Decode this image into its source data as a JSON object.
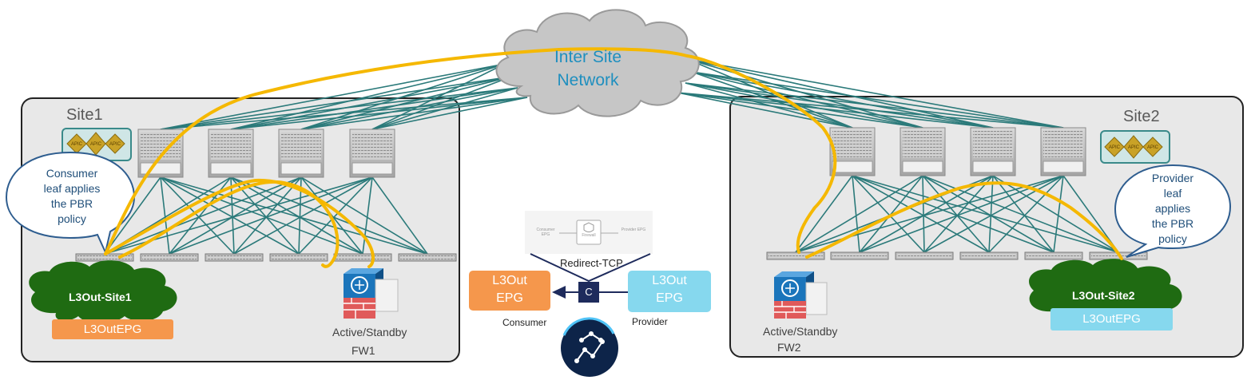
{
  "cloud": {
    "line1": "Inter Site",
    "line2": "Network"
  },
  "site1": {
    "label": "Site1",
    "callout": [
      "Consumer",
      "leaf applies",
      "the PBR",
      "policy"
    ],
    "l3out": "L3Out-Site1",
    "epg_tag": "L3OutEPG",
    "fw_mode": "Active/Standby",
    "fw_name": "FW1"
  },
  "site2": {
    "label": "Site2",
    "callout": [
      "Provider",
      "leaf",
      "applies",
      "the PBR",
      "policy"
    ],
    "l3out": "L3Out-Site2",
    "epg_tag": "L3OutEPG",
    "fw_mode": "Active/Standby",
    "fw_name": "FW2"
  },
  "apic_label": "APIC",
  "contract": {
    "service_graph": {
      "consumer": "Consumer EPG",
      "node": "Firewall",
      "provider": "Provider EPG"
    },
    "redirect": "Redirect-TCP",
    "symbol": "C",
    "consumer_box": [
      "L3Out",
      "EPG"
    ],
    "provider_box": [
      "L3Out",
      "EPG"
    ],
    "consumer_label": "Consumer",
    "provider_label": "Provider"
  },
  "colors": {
    "site_bg": "#e8e8e8",
    "link": "#2b7a7a",
    "traffic_path": "#f5b800",
    "cloud": "#c6c6c6",
    "cloud_text": "#1f8fbf",
    "l3out_cloud": "#1f6b12",
    "consumer_orange": "#f5974c",
    "provider_blue": "#86d8ee",
    "apic_gold": "#c9a227",
    "contract_navy": "#1e2b5c"
  }
}
